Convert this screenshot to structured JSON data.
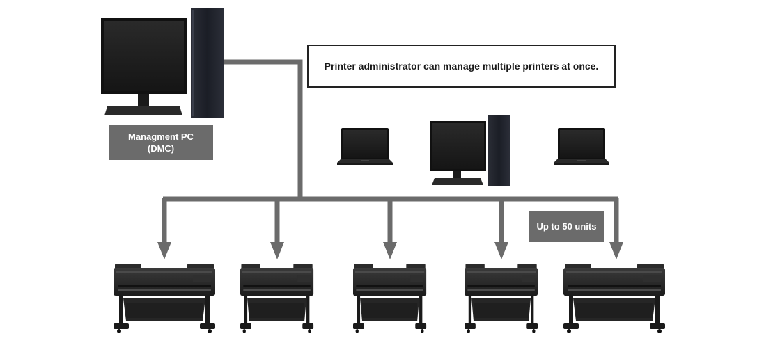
{
  "callout": {
    "text": "Printer administrator can manage multiple printers at once."
  },
  "management_pc": {
    "line1": "Managment PC",
    "line2": "(DMC)"
  },
  "units_badge": {
    "text": "Up to 50 units"
  },
  "client_devices": [
    "laptop",
    "desktop-pc",
    "laptop"
  ],
  "printers": [
    "printer-1",
    "printer-2",
    "printer-3",
    "printer-4",
    "printer-5"
  ],
  "colors": {
    "connector": "#6b6b6b",
    "label_bg": "#6b6b6b",
    "device_dark": "#1e1e1e"
  }
}
